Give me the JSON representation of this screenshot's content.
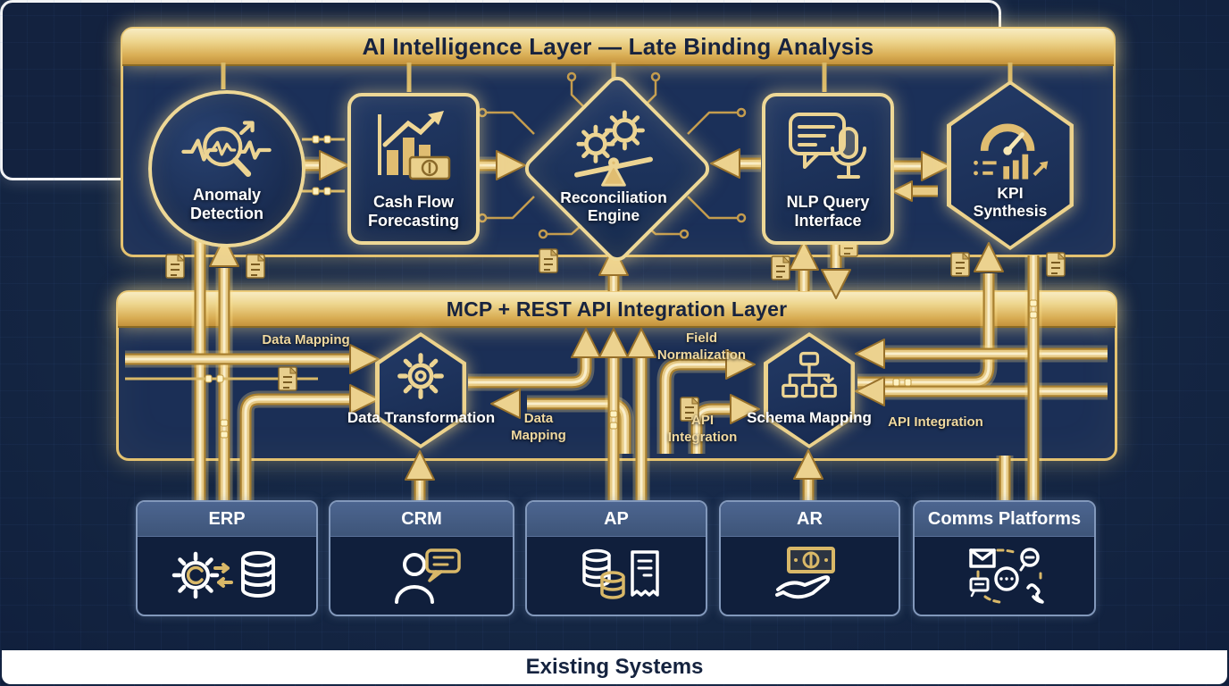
{
  "colors": {
    "background_navy": "#152744",
    "panel_navy": "#1b3059",
    "gold": "#e2bd6b",
    "gold_light": "#f6e7b4",
    "gold_dark": "#9a742c",
    "banner_text": "#17233f",
    "label_gold": "#f0d9a0",
    "card_header_blue": "#44597e",
    "white": "#ffffff"
  },
  "ai_layer": {
    "title": "AI Intelligence Layer — Late Binding Analysis",
    "components": [
      {
        "label": "Anomaly Detection",
        "shape": "circle",
        "icon": "magnifier-waveform-icon"
      },
      {
        "label": "Cash Flow Forecasting",
        "shape": "rounded-square",
        "icon": "bar-chart-money-icon"
      },
      {
        "label": "Reconciliation Engine",
        "shape": "diamond",
        "icon": "gears-balance-icon"
      },
      {
        "label": "NLP Query Interface",
        "shape": "rounded-square",
        "icon": "chat-microphone-icon"
      },
      {
        "label": "KPI Synthesis",
        "shape": "hexagon",
        "icon": "gauge-metrics-icon"
      }
    ]
  },
  "integration_layer": {
    "title": "MCP + REST API Integration Layer",
    "components": [
      {
        "label": "Data Transformation",
        "shape": "hexagon",
        "icon": "gear-icon"
      },
      {
        "label": "Schema Mapping",
        "shape": "hexagon",
        "icon": "hierarchy-icon"
      }
    ],
    "flow_labels": [
      {
        "text": "Data Mapping"
      },
      {
        "text": "Field Normalization"
      },
      {
        "text": "Data Mapping"
      },
      {
        "text": "API Integration"
      },
      {
        "text": "API Integration"
      }
    ]
  },
  "existing_systems": {
    "title": "Existing Systems",
    "systems": [
      {
        "label": "ERP",
        "icon": "gear-database-icon"
      },
      {
        "label": "CRM",
        "icon": "person-chat-icon"
      },
      {
        "label": "AP",
        "icon": "coins-invoice-icon"
      },
      {
        "label": "AR",
        "icon": "banknote-hand-icon"
      },
      {
        "label": "Comms Platforms",
        "icon": "email-chat-phone-icon"
      }
    ]
  }
}
